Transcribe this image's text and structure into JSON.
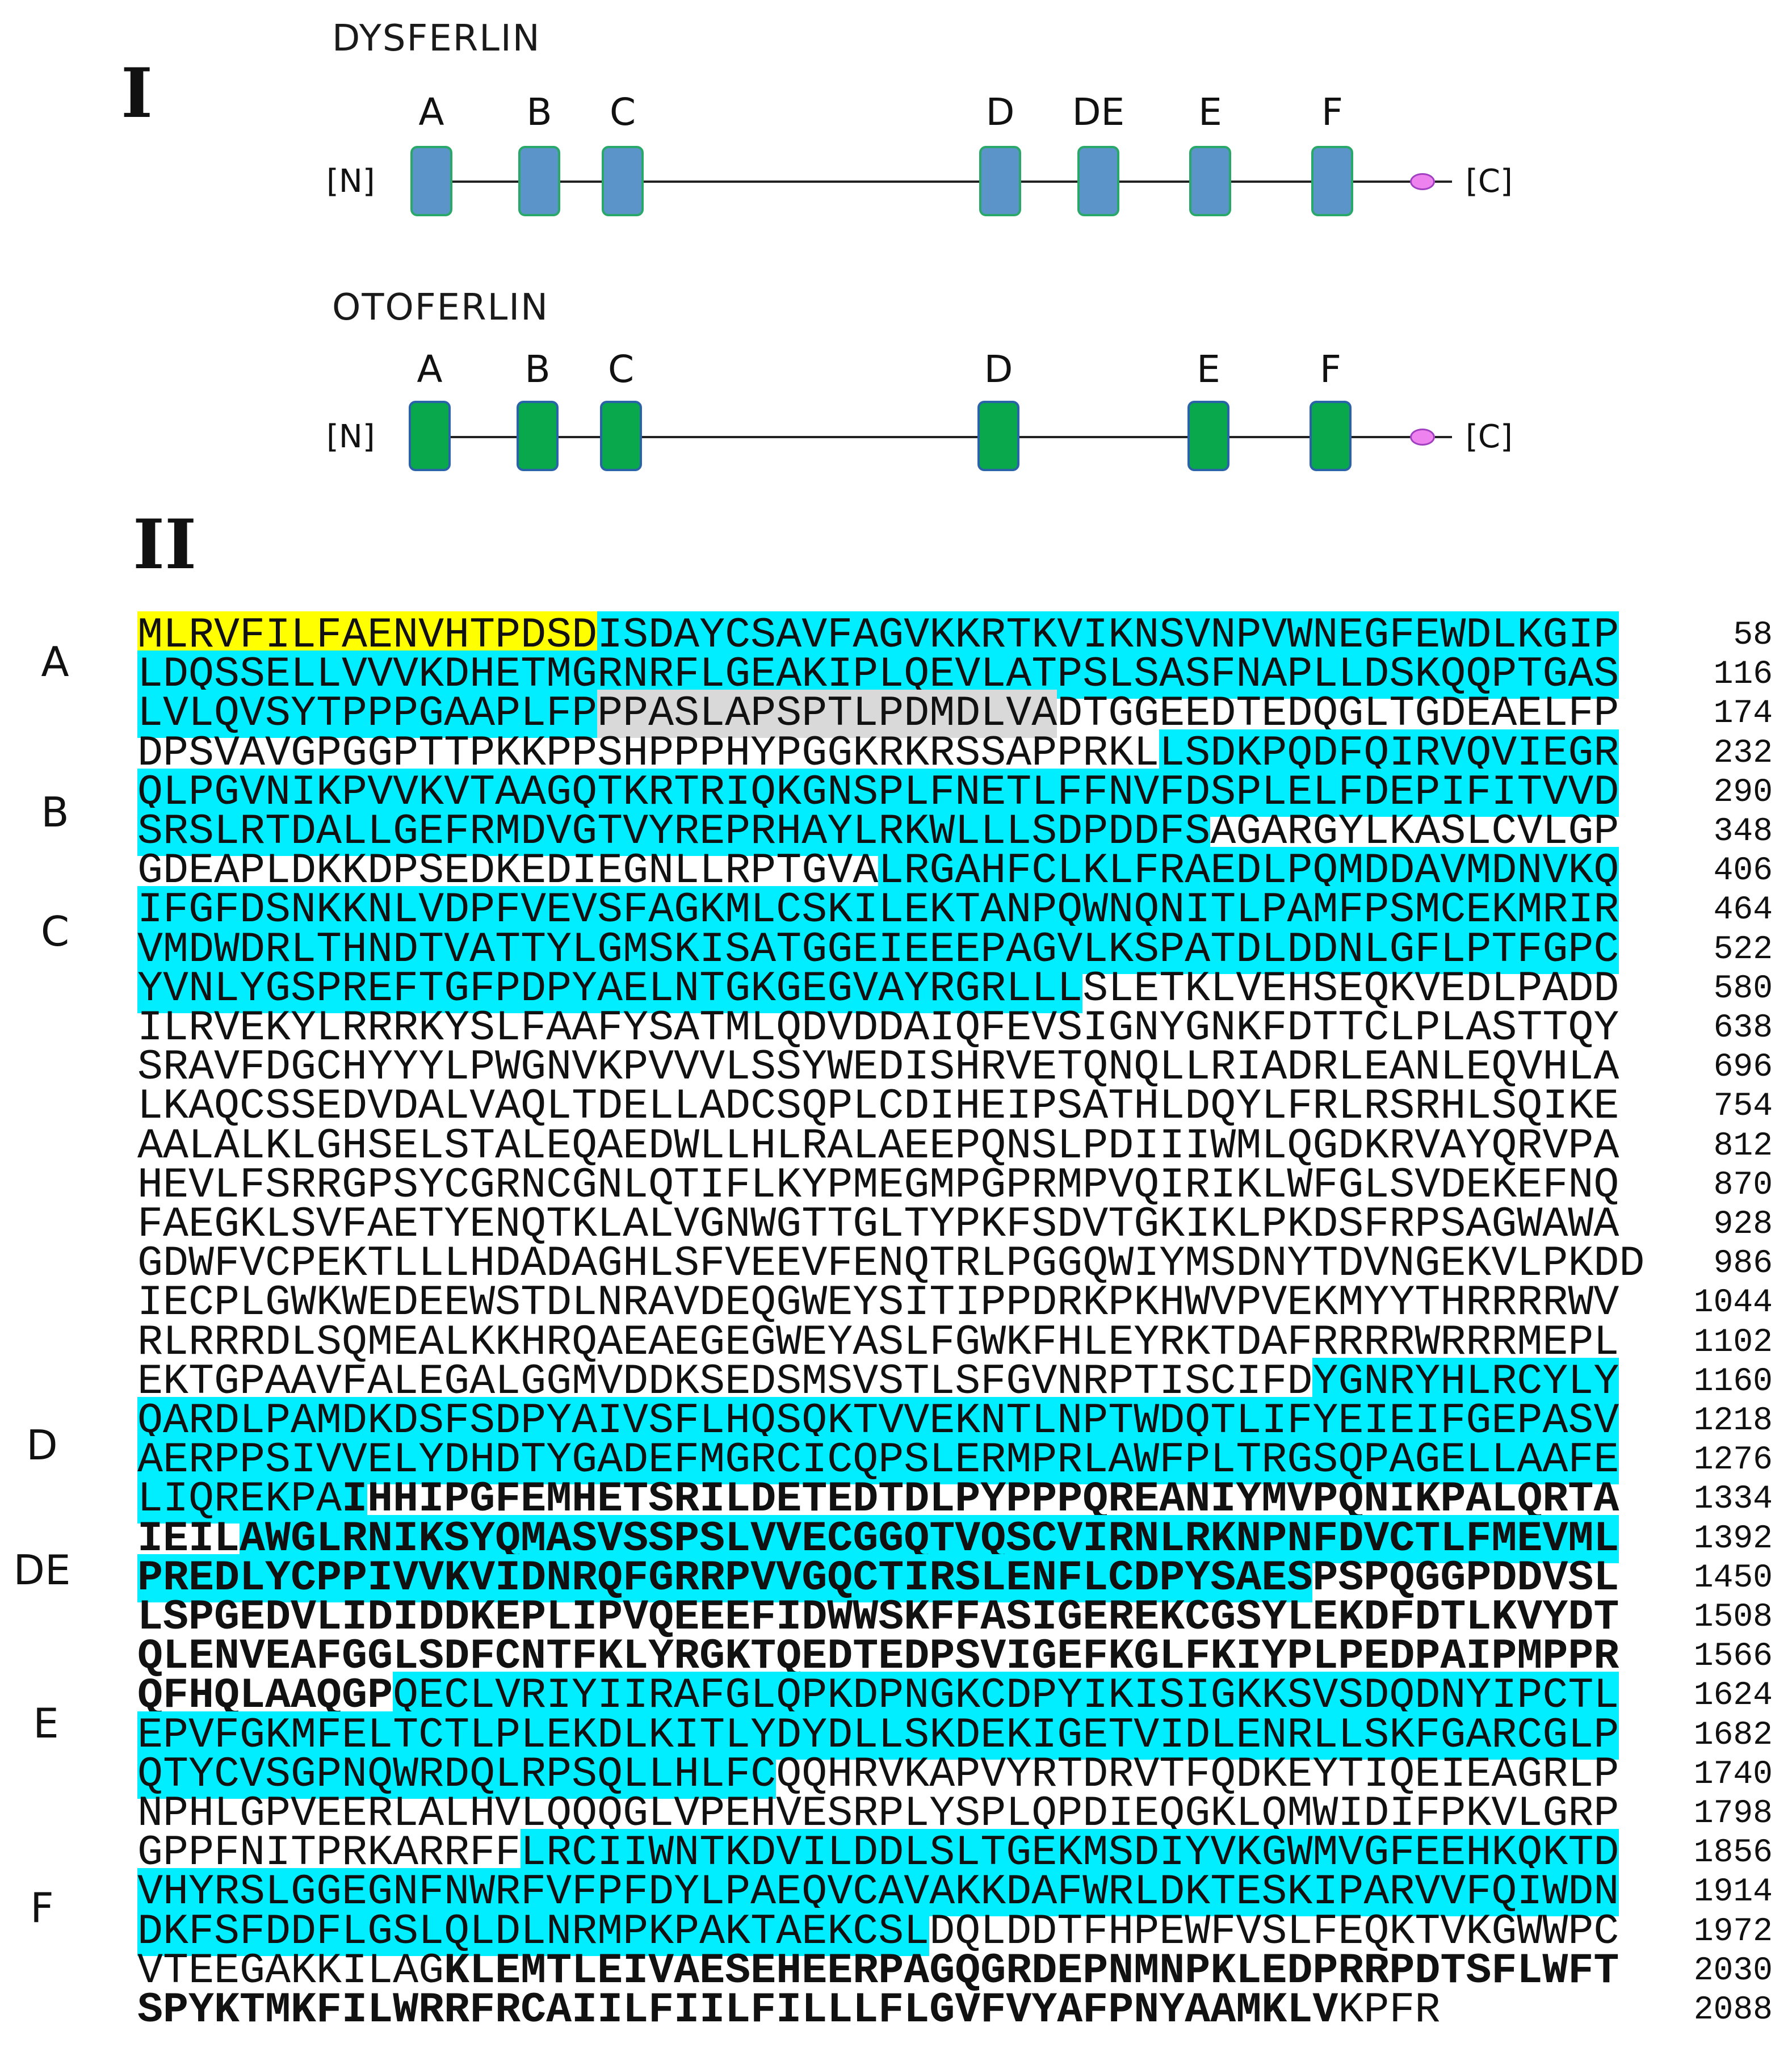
{
  "panel_I": {
    "roman_label": "I",
    "proteins": [
      {
        "id": "dysferlin",
        "title": "DYSFERLIN",
        "n_terminus": "[N]",
        "c_terminus": "[C]",
        "domains": [
          "A",
          "B",
          "C",
          "D",
          "DE",
          "E",
          "F"
        ],
        "domain_color": "#5b94c9"
      },
      {
        "id": "otoferlin",
        "title": "OTOFERLIN",
        "n_terminus": "[N]",
        "c_terminus": "[C]",
        "domains": [
          "A",
          "B",
          "C",
          "D",
          "E",
          "F"
        ],
        "domain_color": "#0aa84c"
      }
    ],
    "tm_dot_color": "#ee82ee"
  },
  "panel_II": {
    "roman_label": "II",
    "highlight_colors": {
      "cyan": "#00eeff",
      "yellow": "#ffff00",
      "grey": "#d9d9d9"
    },
    "domain_side_labels": [
      "A",
      "B",
      "C",
      "D",
      "DE",
      "E",
      "F"
    ],
    "rows": [
      {
        "end": "58",
        "segments": [
          {
            "t": "MLRVFILFAENVHTPDSD",
            "s": "yellow"
          },
          {
            "t": "ISDAYCSAVFAGVKKRTKVIKNSVNPVWNEGFEWDLKGIP",
            "s": "cyan"
          }
        ]
      },
      {
        "end": "116",
        "segments": [
          {
            "t": "LDQSSELLVVVKDHETMGRNRFLGEAKIPLQEVLATPSLSASFNAPLLDSKQQPTGAS",
            "s": "cyan"
          }
        ]
      },
      {
        "end": "174",
        "segments": [
          {
            "t": "LVLQVSYTPPPGAAPLFP",
            "s": "cyan"
          },
          {
            "t": "PPASLAPSPTLPDMDLVA",
            "s": "grey"
          },
          {
            "t": "DTGGEEDTEDQGLTGDEAELFP",
            "s": ""
          }
        ]
      },
      {
        "end": "232",
        "segments": [
          {
            "t": "DPSVAVGPGGPTTPKKPPSHPPPHYPGGKRKRSSAPPRKL",
            "s": ""
          },
          {
            "t": "LSDKPQDFQIRVQVIEGR",
            "s": "cyan"
          }
        ]
      },
      {
        "end": "290",
        "segments": [
          {
            "t": "QLPGVNIKPVVKVTAAGQTKRTRIQKGNSPLFNETLFFNVFDSPLELFDEPIFITVVD",
            "s": "cyan"
          }
        ]
      },
      {
        "end": "348",
        "segments": [
          {
            "t": "SRSLRTDALLGEFRMDVGTVYREPRHAYLRKWLLLSDPDDFS",
            "s": "cyan"
          },
          {
            "t": "AGARGYLKASLCVLGP",
            "s": ""
          }
        ]
      },
      {
        "end": "406",
        "segments": [
          {
            "t": "GDEAPLDKKDPSEDKEDIEGNLLRPTGVA",
            "s": ""
          },
          {
            "t": "LRGAHFCLKLFRAEDLPQMDDAVMDNVKQ",
            "s": "cyan"
          }
        ]
      },
      {
        "end": "464",
        "segments": [
          {
            "t": "IFGFDSNKKNLVDPFVEVSFAGKMLCSKILEKTANPQWNQNITLPAMFPSMCEKMRIR",
            "s": "cyan"
          }
        ]
      },
      {
        "end": "522",
        "segments": [
          {
            "t": "VMDWDRLTHNDTVATTYLGMSKISATGGEIEEEPAGVLKSPATDLDDNLGFLPTFGPC",
            "s": "cyan"
          }
        ]
      },
      {
        "end": "580",
        "segments": [
          {
            "t": "YVNLYGSPREFTGFPDPYAELNTGKGEGVAYRGRLLL",
            "s": "cyan"
          },
          {
            "t": "SLETKLVEHSEQKVEDLPADD",
            "s": ""
          }
        ]
      },
      {
        "end": "638",
        "segments": [
          {
            "t": "ILRVEKYLRRRKYSLFAAFYSATMLQDVDDAIQFEVSIGNYGNKFDTTCLPLASTTQY",
            "s": ""
          }
        ]
      },
      {
        "end": "696",
        "segments": [
          {
            "t": "SRAVFDGCHYYYLPWGNVKPVVVLSSYWEDISHRVETQNQLLRIADRLEANLEQVHLA",
            "s": ""
          }
        ]
      },
      {
        "end": "754",
        "segments": [
          {
            "t": "LKAQCSSEDVDALVAQLTDELLADCSQPLCDIHEIPSATHLDQYLFRLRSRHLSQIKE",
            "s": ""
          }
        ]
      },
      {
        "end": "812",
        "segments": [
          {
            "t": "AALALKLGHSELSTALEQAEDWLLHLRALAEEPQNSLPDIIIWMLQGDKRVAYQRVPA",
            "s": ""
          }
        ]
      },
      {
        "end": "870",
        "segments": [
          {
            "t": "HEVLFSRRGPSYCGRNCGNLQTIFLKYPMEGMPGPRMPVQIRIKLWFGLSVDEKEFNQ",
            "s": ""
          }
        ]
      },
      {
        "end": "928",
        "segments": [
          {
            "t": "FAEGKLSVFAETYENQTKLALVGNWGTTGLTYPKFSDVTGKIKLPKDSFRPSAGWAWA",
            "s": ""
          }
        ]
      },
      {
        "end": "986",
        "segments": [
          {
            "t": "GDWFVCPEKTLLLHDADAGHLSFVEEVFENQTRLPGGQWIYMSDNYTDVNGEKVLPKDD",
            "s": ""
          }
        ]
      },
      {
        "end": "1044",
        "segments": [
          {
            "t": "IECPLGWKWEDEEWSTDLNRAVDEQGWEYSITIPPDRKPKHWVPVEKMYYTHRRRRWV",
            "s": ""
          }
        ]
      },
      {
        "end": "1102",
        "segments": [
          {
            "t": "RLRRRDLSQMEALKKHRQAEAEGEGWEYASLFGWKFHLEYRKTDAFRRRRWRRRMEPL",
            "s": ""
          }
        ]
      },
      {
        "end": "1160",
        "segments": [
          {
            "t": "EKTGPAAVFALEGALGGMVDDKSEDSMSVSTLSFGVNRPTISCIFD",
            "s": ""
          },
          {
            "t": "YGNRYHLRCYLY",
            "s": "cyan"
          }
        ]
      },
      {
        "end": "1218",
        "segments": [
          {
            "t": "QARDLPAMDKDSFSDPYAIVSFLHQSQKTVVEKNTLNPTWDQTLIFYEIEIFGEPASV",
            "s": "cyan"
          }
        ]
      },
      {
        "end": "1276",
        "segments": [
          {
            "t": "AERPPSIVVELYDHDTYGADEFMGRCICQPSLERMPRLAWFPLTRGSQPAGELLAAFE",
            "s": "cyan"
          }
        ]
      },
      {
        "end": "1334",
        "segments": [
          {
            "t": "LIQREKPA",
            "s": "cyan"
          },
          {
            "t": "I",
            "s": "cyan bold"
          },
          {
            "t": "HHIPGFEMHETSRILDETEDTDLPYPPPQREANIYMVPQNIKPALQRTA",
            "s": "bold"
          }
        ]
      },
      {
        "end": "1392",
        "segments": [
          {
            "t": "IEIL",
            "s": "bold"
          },
          {
            "t": "AWGLRNIKSYQMASVSSPSLVVECGGQTVQSCVIRNLRKNPNFDVCTLFMEVML",
            "s": "cyan bold"
          }
        ]
      },
      {
        "end": "1450",
        "segments": [
          {
            "t": "PREDLYCPPIVVKVIDNRQFGRRPVVGQCTIRSLENFLCDPYSAES",
            "s": "cyan bold"
          },
          {
            "t": "PSPQGGPDDVSL",
            "s": "bold"
          }
        ]
      },
      {
        "end": "1508",
        "segments": [
          {
            "t": "LSPGEDVLIDIDDKEPLIPVQEEEFIDWWSKFFASIGEREKCGSYLEKDFDTLKVYDT",
            "s": "bold"
          }
        ]
      },
      {
        "end": "1566",
        "segments": [
          {
            "t": "QLENVEAFGGLSDFCNTFKLYRGKTQEDTEDPSVIGEFKGLFKIYPLPEDPAIPMPPR",
            "s": "bold"
          }
        ]
      },
      {
        "end": "1624",
        "segments": [
          {
            "t": "QFHQLAAQGP",
            "s": "bold"
          },
          {
            "t": "QECLVRIYIIRAFGLQPKDPNGKCDPYIKISIGKKSVSDQDNYIPCTL",
            "s": "cyan"
          }
        ]
      },
      {
        "end": "1682",
        "segments": [
          {
            "t": "EPVFGKMFELTCTLPLEKDLKITLYDYDLLSKDEKIGETVIDLENRLLSKFGARCGLP",
            "s": "cyan"
          }
        ]
      },
      {
        "end": "1740",
        "segments": [
          {
            "t": "QTYCVSGPNQWRDQLRPSQLLHLFC",
            "s": "cyan"
          },
          {
            "t": "QQHRVKAPVYRTDRVTFQDKEYTIQEIEAGRLP",
            "s": ""
          }
        ]
      },
      {
        "end": "1798",
        "segments": [
          {
            "t": "NPHLGPVEERLALHVLQQQGLVPEHVESRPLYSPLQPDIEQGKLQMWIDIFPKVLGRP",
            "s": ""
          }
        ]
      },
      {
        "end": "1856",
        "segments": [
          {
            "t": "GPPFNITPRKARRFF",
            "s": ""
          },
          {
            "t": "LRCIIWNTKDVILDDLSLTGEKMSDIYVKGWMVGFEEHKQKTD",
            "s": "cyan"
          }
        ]
      },
      {
        "end": "1914",
        "segments": [
          {
            "t": "VHYRSLGGEGNFNWRFVFPFDYLPAEQVCAVAKKDAFWRLDKTESKIPARVVFQIWDN",
            "s": "cyan"
          }
        ]
      },
      {
        "end": "1972",
        "segments": [
          {
            "t": "DKFSFDDFLGSLQLDLNRMPKPAKTAEKCSL",
            "s": "cyan"
          },
          {
            "t": "DQLDDTFHPEWFVSLFEQKTVKGWWPC",
            "s": ""
          }
        ]
      },
      {
        "end": "2030",
        "segments": [
          {
            "t": "VTEEGAKKILAG",
            "s": ""
          },
          {
            "t": "KLEMTLEIVAESEHEERPAGQGRDEPNMNPKLEDPRRPDTSFLWFT",
            "s": "bold"
          }
        ]
      },
      {
        "end": "2088",
        "segments": [
          {
            "t": "SPYKTMKFILWRRFRCAIILFIILFILLLFLGVFVYAFPNYAAMKLV",
            "s": "bold"
          },
          {
            "t": "KPFR",
            "s": ""
          }
        ]
      }
    ]
  }
}
